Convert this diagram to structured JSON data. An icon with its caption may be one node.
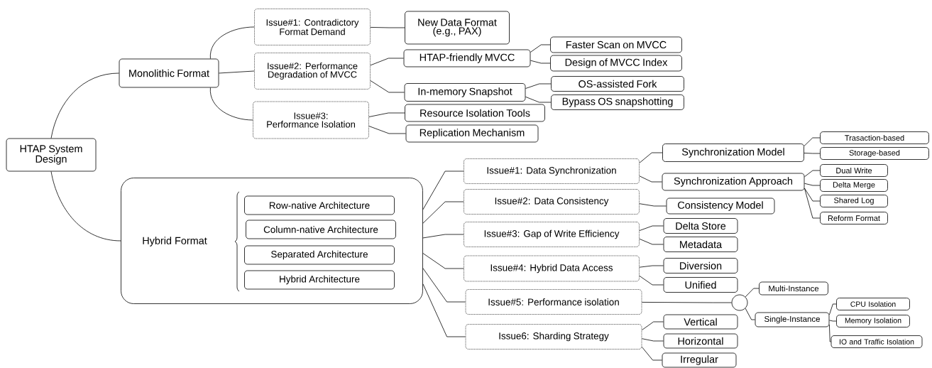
{
  "diagram": {
    "nodes": [
      {
        "text": [
          "HTAP System Design"
        ]
      },
      {
        "text": [
          "Monolithic Format"
        ]
      },
      {
        "text": [
          "Issue#1: Contradictory Format Demand"
        ]
      },
      {
        "text": [
          "Issue#2: Performance Degradation of MVCC"
        ]
      },
      {
        "text": [
          "Issue#3: Performance Isolation"
        ]
      },
      {
        "text": [
          "New Data Format (e.g., PAX)"
        ]
      },
      {
        "text": [
          "HTAP-friendly MVCC"
        ]
      },
      {
        "text": [
          "In-memory Snapshot"
        ]
      },
      {
        "text": [
          "Resource Isolation Tools"
        ]
      },
      {
        "text": [
          "Replication Mechanism"
        ]
      },
      {
        "text": [
          "Faster Scan on MVCC"
        ]
      },
      {
        "text": [
          "Design of MVCC Index"
        ]
      },
      {
        "text": [
          "OS-assisted Fork"
        ]
      },
      {
        "text": [
          "Bypass OS snapshotting"
        ]
      },
      {
        "text": [
          "Hybrid Format"
        ]
      },
      {
        "text": [
          "Row-native Architecture"
        ],
        "in": 14
      },
      {
        "text": [
          "Column-native Architecture"
        ],
        "in": 14
      },
      {
        "text": [
          "Separated Architecture"
        ],
        "in": 14
      },
      {
        "text": [
          "Hybrid Architecture"
        ],
        "in": 14
      },
      {
        "text": [
          "Issue#1: Data Synchronization"
        ]
      },
      {
        "text": [
          "Issue#2: Data Consistency"
        ]
      },
      {
        "text": [
          "Issue#3: Gap of Write Efficiency"
        ]
      },
      {
        "text": [
          "Issue#4: Hybrid Data Access"
        ]
      },
      {
        "text": [
          "Issue#5: Performance isolation"
        ]
      },
      {
        "text": [
          "Issue6: Sharding Strategy"
        ]
      },
      {
        "text": [
          "Synchronization Model"
        ]
      },
      {
        "text": [
          "Synchronization Approach"
        ]
      },
      {
        "text": [
          "Trasaction-based"
        ]
      },
      {
        "text": [
          "Storage-based"
        ]
      },
      {
        "text": [
          "Dual Write"
        ]
      },
      {
        "text": [
          "Delta Merge"
        ]
      },
      {
        "text": [
          "Shared Log"
        ]
      },
      {
        "text": [
          "Reform Format"
        ]
      },
      {
        "text": [
          "Consistency Model"
        ]
      },
      {
        "text": [
          "Delta Store"
        ]
      },
      {
        "text": [
          "Metadata"
        ]
      },
      {
        "text": [
          "Diversion"
        ]
      },
      {
        "text": [
          "Unified"
        ]
      },
      {
        "text": [],
        "shape": "circle"
      },
      {
        "text": [
          "Multi-Instance"
        ]
      },
      {
        "text": [
          "Single-Instance"
        ]
      },
      {
        "text": [
          "CPU Isolation"
        ]
      },
      {
        "text": [
          "Memory Isolation"
        ]
      },
      {
        "text": [
          "IO and Traffic Isolation"
        ]
      },
      {
        "text": [
          "Vertical"
        ]
      },
      {
        "text": [
          "Horizontal"
        ]
      },
      {
        "text": [
          "Irregular"
        ]
      }
    ],
    "edges": [
      {
        "from": 0,
        "to": 1,
        "arrow": "none"
      },
      {
        "from": 0,
        "to": 14,
        "arrow": "none"
      },
      {
        "from": 1,
        "to": 2,
        "arrow": "none"
      },
      {
        "from": 1,
        "to": 3,
        "arrow": "none"
      },
      {
        "from": 1,
        "to": 4,
        "arrow": "none"
      },
      {
        "from": 2,
        "to": 5,
        "arrow": "none"
      },
      {
        "from": 3,
        "to": 6,
        "arrow": "none"
      },
      {
        "from": 3,
        "to": 7,
        "arrow": "none"
      },
      {
        "from": 6,
        "to": 10,
        "arrow": "none"
      },
      {
        "from": 6,
        "to": 11,
        "arrow": "none"
      },
      {
        "from": 7,
        "to": 12,
        "arrow": "none"
      },
      {
        "from": 7,
        "to": 13,
        "arrow": "none"
      },
      {
        "from": 4,
        "to": 8,
        "arrow": "none"
      },
      {
        "from": 4,
        "to": 9,
        "arrow": "none"
      },
      {
        "from": 14,
        "to": 19,
        "arrow": "none"
      },
      {
        "from": 14,
        "to": 20,
        "arrow": "none"
      },
      {
        "from": 14,
        "to": 21,
        "arrow": "none"
      },
      {
        "from": 14,
        "to": 22,
        "arrow": "none"
      },
      {
        "from": 14,
        "to": 23,
        "arrow": "none"
      },
      {
        "from": 14,
        "to": 24,
        "arrow": "none"
      },
      {
        "from": 19,
        "to": 25,
        "arrow": "none"
      },
      {
        "from": 19,
        "to": 26,
        "arrow": "none"
      },
      {
        "from": 25,
        "to": 27,
        "arrow": "none"
      },
      {
        "from": 25,
        "to": 28,
        "arrow": "none"
      },
      {
        "from": 26,
        "to": 29,
        "arrow": "none"
      },
      {
        "from": 26,
        "to": 30,
        "arrow": "none"
      },
      {
        "from": 26,
        "to": 31,
        "arrow": "none"
      },
      {
        "from": 26,
        "to": 32,
        "arrow": "none"
      },
      {
        "from": 20,
        "to": 33,
        "arrow": "none"
      },
      {
        "from": 21,
        "to": 34,
        "arrow": "none"
      },
      {
        "from": 21,
        "to": 35,
        "arrow": "none"
      },
      {
        "from": 22,
        "to": 36,
        "arrow": "none"
      },
      {
        "from": 22,
        "to": 37,
        "arrow": "none"
      },
      {
        "from": 23,
        "to": 38,
        "arrow": "none"
      },
      {
        "from": 38,
        "to": 39,
        "arrow": "none"
      },
      {
        "from": 38,
        "to": 40,
        "arrow": "none"
      },
      {
        "from": 40,
        "to": 41,
        "arrow": "none"
      },
      {
        "from": 40,
        "to": 42,
        "arrow": "none"
      },
      {
        "from": 40,
        "to": 43,
        "arrow": "none"
      },
      {
        "from": 24,
        "to": 44,
        "arrow": "none"
      },
      {
        "from": 24,
        "to": 45,
        "arrow": "none"
      },
      {
        "from": 24,
        "to": 46,
        "arrow": "none"
      }
    ]
  }
}
